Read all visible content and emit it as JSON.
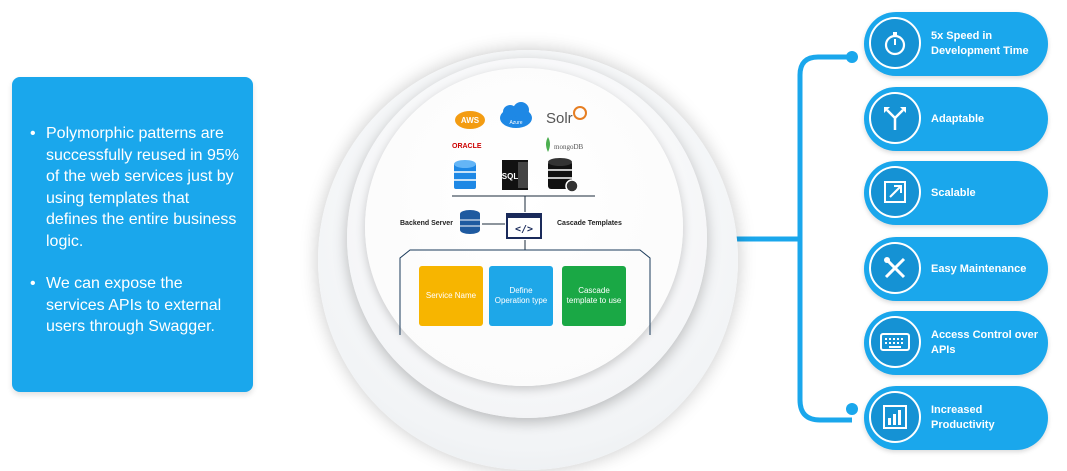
{
  "info": {
    "bullets": [
      "Polymorphic patterns are successfully reused in 95% of the web services just by using templates that defines the entire business logic.",
      "We can expose the services APIs to external users through Swagger."
    ]
  },
  "diagram": {
    "logos": {
      "aws": "AWS",
      "azure": "Azure",
      "solr": "Solr",
      "oracle": "ORACLE",
      "mongo": "mongoDB",
      "sql": "SQL"
    },
    "backend_label": "Backend Server",
    "templates_label": "Cascade Templates",
    "boxes": [
      "Service Name",
      "Define Operation type",
      "Cascade template to use"
    ]
  },
  "features": [
    {
      "icon": "stopwatch-icon",
      "label": "5x Speed in Development Time"
    },
    {
      "icon": "adapt-arrows-icon",
      "label": "Adaptable"
    },
    {
      "icon": "expand-icon",
      "label": "Scalable"
    },
    {
      "icon": "tools-icon",
      "label": "Easy Maintenance"
    },
    {
      "icon": "keyboard-icon",
      "label": "Access Control over APIs"
    },
    {
      "icon": "bar-chart-icon",
      "label": "Increased Productivity"
    }
  ],
  "colors": {
    "accent": "#1aa7ec",
    "yellow": "#f7b500",
    "green": "#1aa845"
  }
}
